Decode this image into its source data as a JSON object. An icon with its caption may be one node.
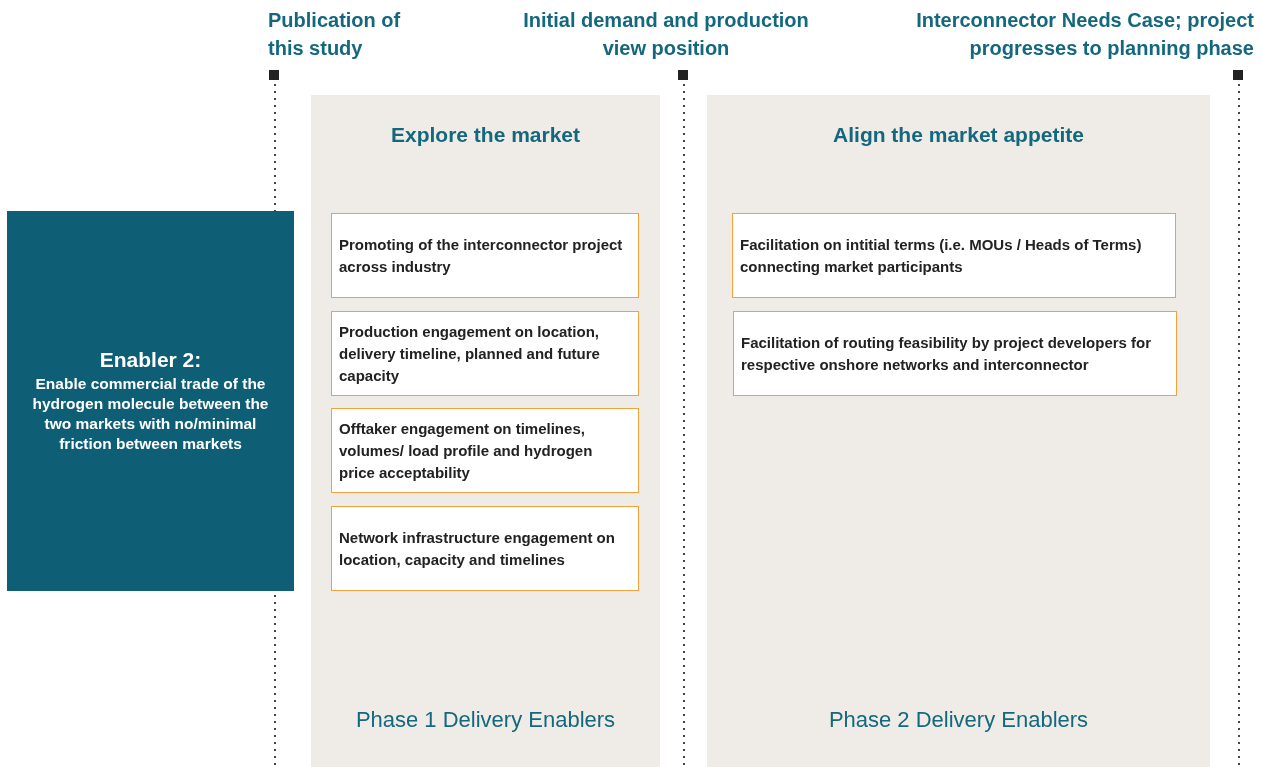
{
  "diagram": {
    "nodes": [
      {
        "text": [
          "Enabler 2:",
          "Enable commercial trade of the hydrogen molecule between the two markets with no/minimal friction between markets"
        ]
      },
      {
        "text": [
          "Explore the market",
          "Phase 1 Delivery Enablers"
        ]
      },
      {
        "text": [
          "Promoting of the interconnector project across industry"
        ],
        "in": 1
      },
      {
        "text": [
          "Production engagement on location, delivery timeline, planned and future capacity"
        ],
        "in": 1
      },
      {
        "text": [
          "Offtaker engagement on timelines, volumes/ load profile and hydrogen price acceptability"
        ],
        "in": 1
      },
      {
        "text": [
          "Network infrastructure engagement on location, capacity and timelines"
        ],
        "in": 1
      },
      {
        "text": [
          "Align the market appetite",
          "Phase 2 Delivery Enablers"
        ]
      },
      {
        "text": [
          "Facilitation on intitial terms (i.e. MOUs / Heads of Terms) connecting market participants"
        ],
        "in": 6
      },
      {
        "text": [
          "Facilitation of routing feasibility by project developers for respective onshore networks and interconnector"
        ],
        "in": 6
      }
    ],
    "labels": [
      "Publication of this study",
      "Initial demand and production view position",
      "Interconnector Needs Case; project progresses to planning phase"
    ]
  }
}
